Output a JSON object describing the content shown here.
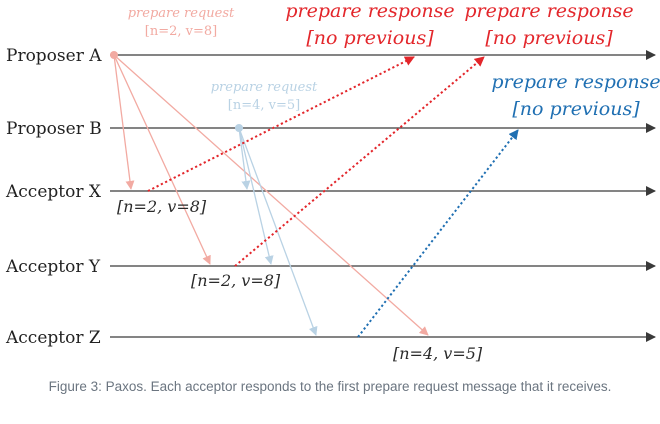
{
  "timelines": [
    {
      "id": "proposer-a",
      "label": "Proposer A"
    },
    {
      "id": "proposer-b",
      "label": "Proposer B"
    },
    {
      "id": "acceptor-x",
      "label": "Acceptor X"
    },
    {
      "id": "acceptor-y",
      "label": "Acceptor Y"
    },
    {
      "id": "acceptor-z",
      "label": "Acceptor Z"
    }
  ],
  "annotations": {
    "a_request": {
      "line1": "prepare request",
      "line2": "[n=2, v=8]"
    },
    "b_request": {
      "line1": "prepare request",
      "line2": "[n=4, v=5]"
    },
    "x_response": {
      "line1": "prepare response",
      "line2": "[no previous]"
    },
    "y_response": {
      "line1": "prepare response",
      "line2": "[no previous]"
    },
    "z_response": {
      "line1": "prepare response",
      "line2": "[no previous]"
    },
    "x_state": "[n=2, v=8]",
    "y_state": "[n=2, v=8]",
    "z_state": "[n=4, v=5]"
  },
  "colors": {
    "proposer_a_request": "#f2aaa2",
    "proposer_b_request": "#b9d2e4",
    "response_red": "#e3262b",
    "response_blue": "#1f6fb2",
    "timeline": "#3a3a3a",
    "caption": "#6b7580"
  },
  "caption": "Figure 3: Paxos. Each acceptor responds to the first prepare request message that it receives."
}
